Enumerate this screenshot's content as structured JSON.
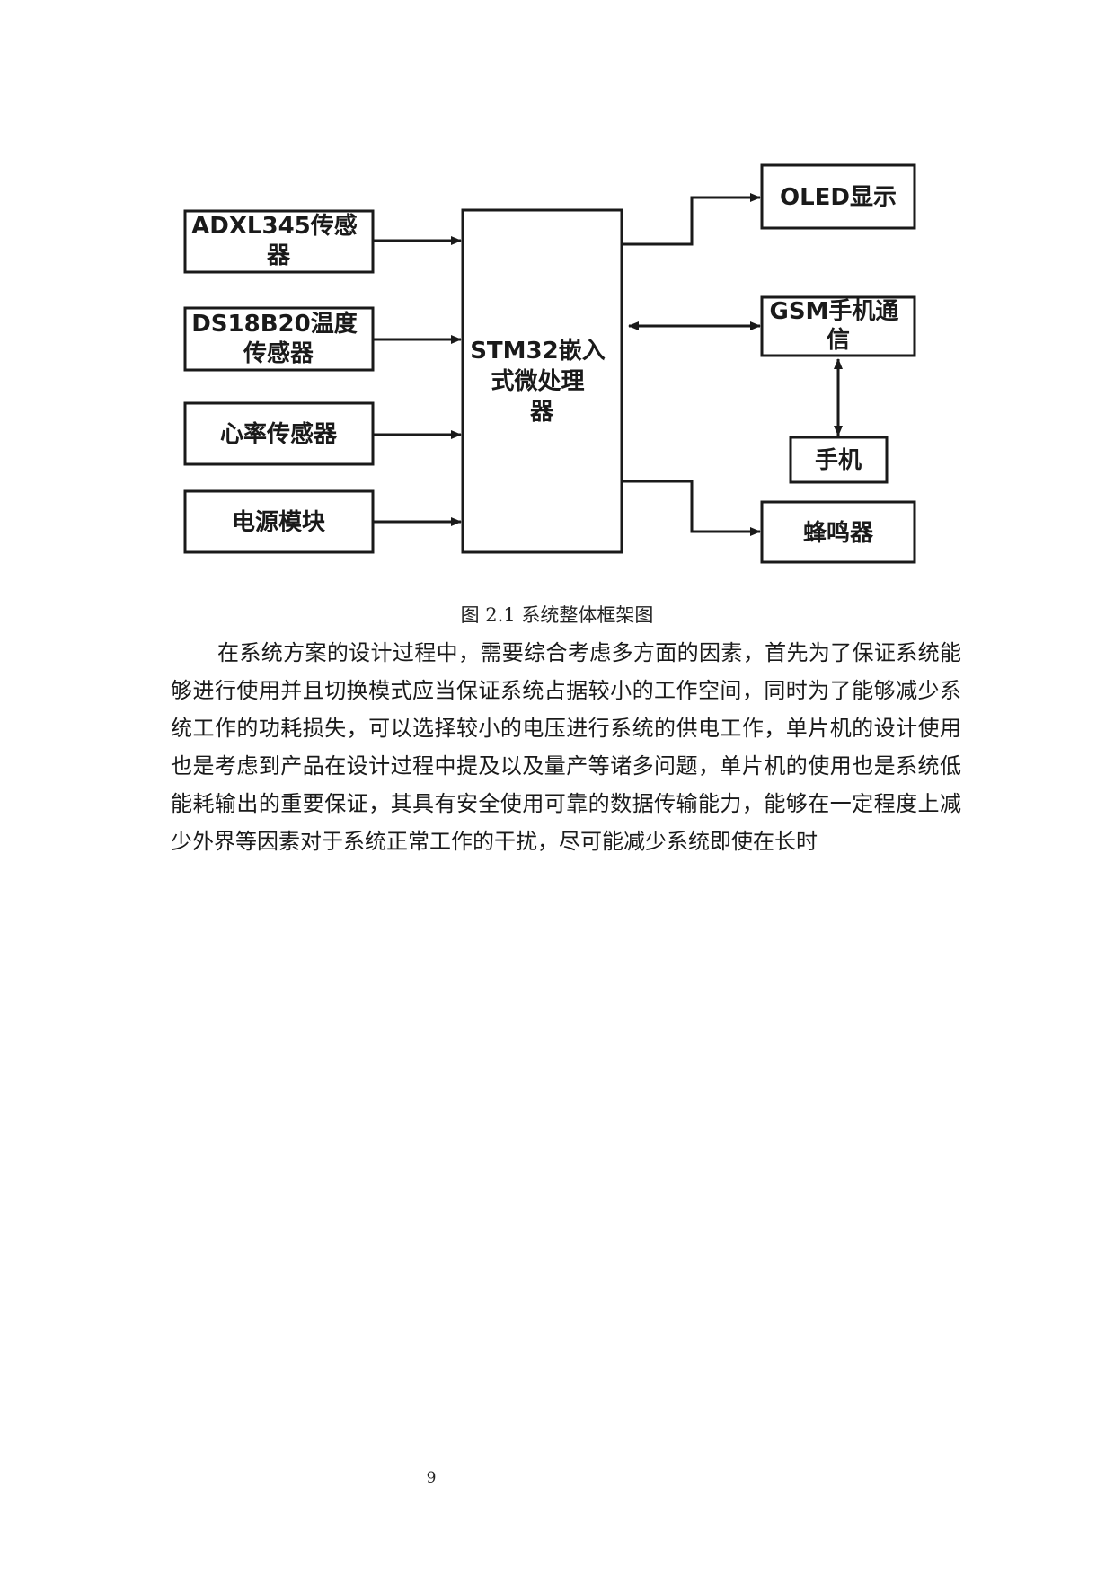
{
  "diagram": {
    "inputs": {
      "adxl345": [
        "ADXL345传感",
        "器"
      ],
      "ds18b20": [
        "DS18B20温度",
        "传感器"
      ],
      "heart_rate": [
        "心率传感器"
      ],
      "power": [
        "电源模块"
      ]
    },
    "mcu": [
      "STM32嵌入",
      "式微处理",
      "器"
    ],
    "outputs": {
      "oled": [
        "OLED显示"
      ],
      "gsm": [
        "GSM手机通",
        "信"
      ],
      "phone": [
        "手机"
      ],
      "buzzer": [
        "蜂鸣器"
      ]
    }
  },
  "caption": "图 2.1 系统整体框架图",
  "paragraph": "在系统方案的设计过程中，需要综合考虑多方面的因素，首先为了保证系统能够进行使用并且切换模式应当保证系统占据较小的工作空间，同时为了能够减少系统工作的功耗损失，可以选择较小的电压进行系统的供电工作，单片机的设计使用也是考虑到产品在设计过程中提及以及量产等诸多问题，单片机的使用也是系统低能耗输出的重要保证，其具有安全使用可靠的数据传输能力，能够在一定程度上减少外界等因素对于系统正常工作的干扰，尽可能减少系统即使在长时",
  "page_number": "9"
}
